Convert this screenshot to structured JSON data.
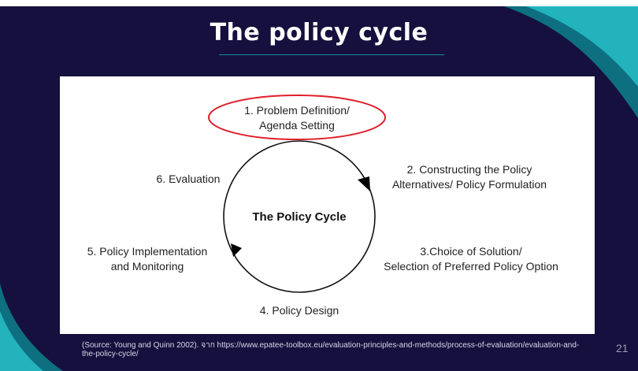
{
  "slide": {
    "title": "The policy cycle",
    "page_number": "21",
    "source_note": "(Source: Young and Quinn 2002). จาก https://www.epatee-toolbox.eu/evaluation-principles-and-methods/process-of-evaluation/evaluation-and-the-policy-cycle/"
  },
  "colors": {
    "background": "#16103e",
    "accent_teal": "#22b3bd",
    "highlight_ellipse": "#e0202a"
  },
  "diagram": {
    "center_label": "The Policy Cycle",
    "stages": [
      {
        "line1": "1. Problem Definition/",
        "line2": "Agenda Setting"
      },
      {
        "line1": "2. Constructing the Policy",
        "line2": "Alternatives/ Policy Formulation"
      },
      {
        "line1": "3.Choice of Solution/",
        "line2": "Selection of Preferred Policy Option"
      },
      {
        "line1": "4. Policy Design"
      },
      {
        "line1": "5. Policy Implementation",
        "line2": "and Monitoring"
      },
      {
        "line1": "6. Evaluation"
      }
    ]
  }
}
